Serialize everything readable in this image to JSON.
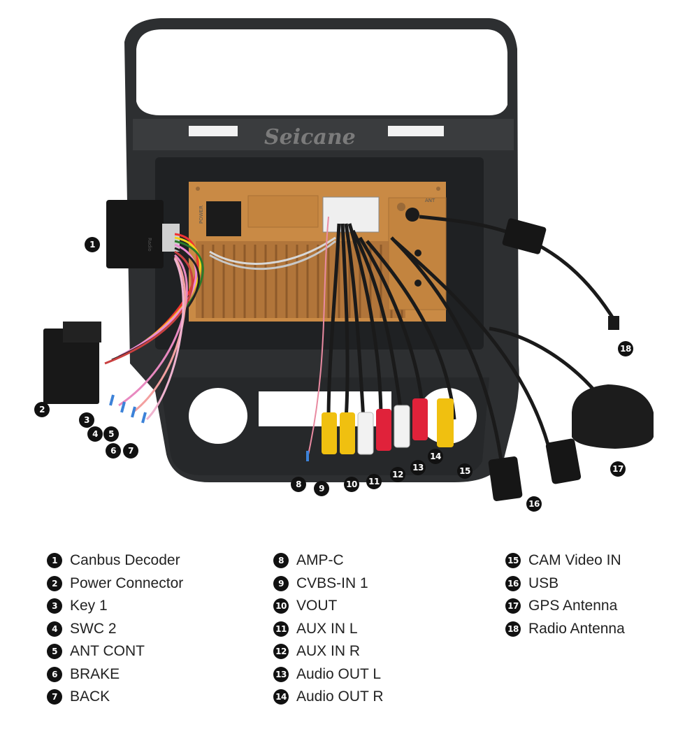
{
  "brand": "Seicane",
  "panel_labels": {
    "power": "POWER",
    "ant": "ANT",
    "radio_label": "Radio"
  },
  "callouts": [
    {
      "num": "1"
    },
    {
      "num": "2"
    },
    {
      "num": "3"
    },
    {
      "num": "4"
    },
    {
      "num": "5"
    },
    {
      "num": "6"
    },
    {
      "num": "7"
    },
    {
      "num": "8"
    },
    {
      "num": "9"
    },
    {
      "num": "10"
    },
    {
      "num": "11"
    },
    {
      "num": "12"
    },
    {
      "num": "13"
    },
    {
      "num": "14"
    },
    {
      "num": "15"
    },
    {
      "num": "16"
    },
    {
      "num": "17"
    },
    {
      "num": "18"
    }
  ],
  "legend": {
    "col1": [
      {
        "num": "1",
        "label": "Canbus Decoder"
      },
      {
        "num": "2",
        "label": "Power Connector"
      },
      {
        "num": "3",
        "label": "Key 1"
      },
      {
        "num": "4",
        "label": "SWC 2"
      },
      {
        "num": "5",
        "label": "ANT CONT"
      },
      {
        "num": "6",
        "label": "BRAKE"
      },
      {
        "num": "7",
        "label": "BACK"
      }
    ],
    "col2": [
      {
        "num": "8",
        "label": "AMP-C"
      },
      {
        "num": "9",
        "label": "CVBS-IN 1"
      },
      {
        "num": "10",
        "label": "VOUT"
      },
      {
        "num": "11",
        "label": "AUX IN L"
      },
      {
        "num": "12",
        "label": "AUX IN R"
      },
      {
        "num": "13",
        "label": "Audio OUT L"
      },
      {
        "num": "14",
        "label": "Audio OUT R"
      }
    ],
    "col3": [
      {
        "num": "15",
        "label": "CAM Video IN"
      },
      {
        "num": "16",
        "label": "USB"
      },
      {
        "num": "17",
        "label": "GPS Antenna"
      },
      {
        "num": "18",
        "label": "Radio Antenna"
      }
    ]
  }
}
